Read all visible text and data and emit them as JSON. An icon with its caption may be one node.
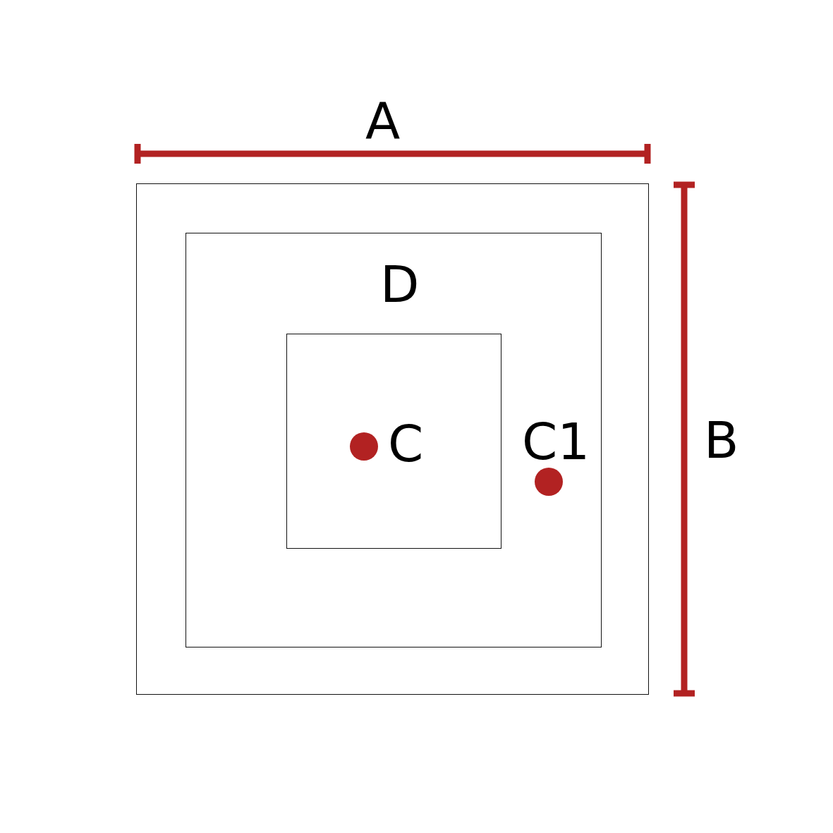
{
  "diagram": {
    "nodes": [
      {
        "text": [],
        "shape": "box"
      },
      {
        "text": [
          "D"
        ],
        "in": 0
      },
      {
        "text": [],
        "shape": "box",
        "in": 1
      },
      {
        "text": [],
        "shape": "circle",
        "in": 2,
        "beside": [
          "C"
        ]
      },
      {
        "text": [],
        "shape": "circle",
        "in": 1,
        "beside": [
          "C1"
        ]
      }
    ],
    "labels": [
      "A",
      "B"
    ]
  }
}
